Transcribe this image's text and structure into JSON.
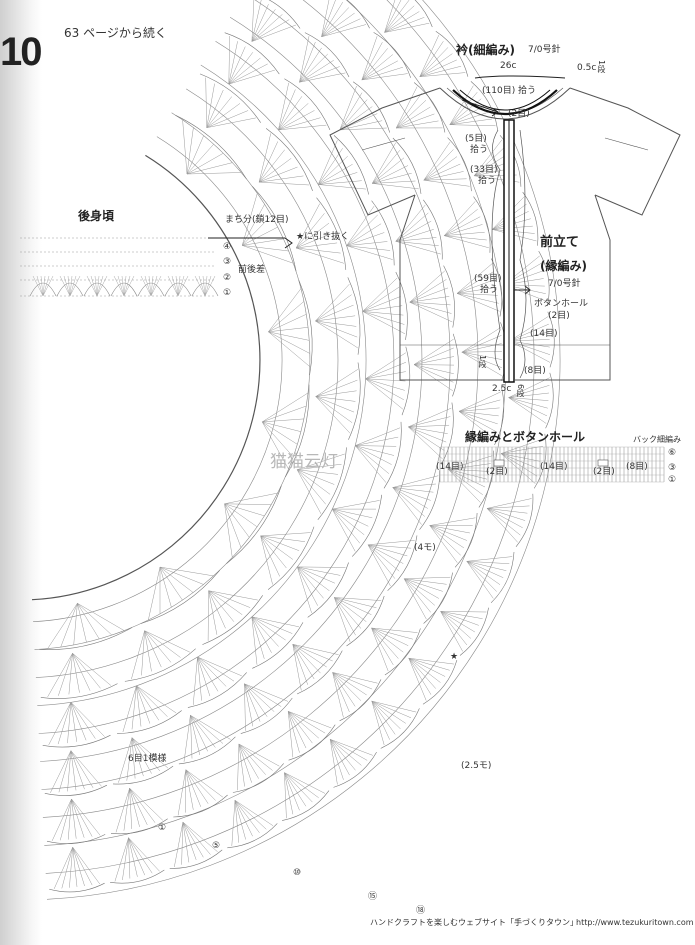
{
  "header": {
    "chapter_number": "10",
    "continued_note": "63 ページから続く"
  },
  "back_body": {
    "title": "後身頃",
    "gusset_label": "まち分(鎖12目)",
    "join_note": "★に引き抜く",
    "row_markers": [
      "④",
      "③",
      "②",
      "①"
    ],
    "front_back_diff": "前後差",
    "side_note": "(4モ)",
    "star_mark": "★",
    "lower_note": "(2.5モ)",
    "repeat_note": "6目1模様",
    "bottom_rows": [
      "①",
      "⑤",
      "⑩",
      "⑮",
      "⑱"
    ]
  },
  "collar": {
    "title": "衿(細編み)",
    "needle": "7/0号針",
    "width": "26c",
    "edge_width": "0.5c",
    "edge_rows": "1段",
    "pickup_top": "(110目) 拾う",
    "pickup_corner": "(2目)"
  },
  "front_band": {
    "pickup_a": "(5目)",
    "pickup_a2": "拾う",
    "pickup_b": "(33目)",
    "pickup_b2": "拾う",
    "title": "前立て",
    "title2": "(縁編み)",
    "needle": "7/0号針",
    "pickup_c": "(59目)",
    "pickup_c2": "拾う",
    "buttonhole": "ボタンホール",
    "buttonhole_count": "(2目)",
    "span1": "(14目)",
    "span2": "(8目)",
    "bottom_rows": "1段",
    "bottom_width": "2.5c",
    "bottom_rows2": "6段"
  },
  "edging": {
    "title": "縁編みとボタンホール",
    "note": "バック細編み",
    "row_labels": [
      "⑥",
      "③",
      "①"
    ],
    "counts": [
      "(14目)",
      "(2目)",
      "(14目)",
      "(2目)",
      "(8目)"
    ]
  },
  "footer": {
    "site_note": "ハンドクラフトを楽しむウェブサイト「手づくりタウン」",
    "url": "http://www.tezukuritown.com"
  },
  "watermark": "猫猫云灯"
}
